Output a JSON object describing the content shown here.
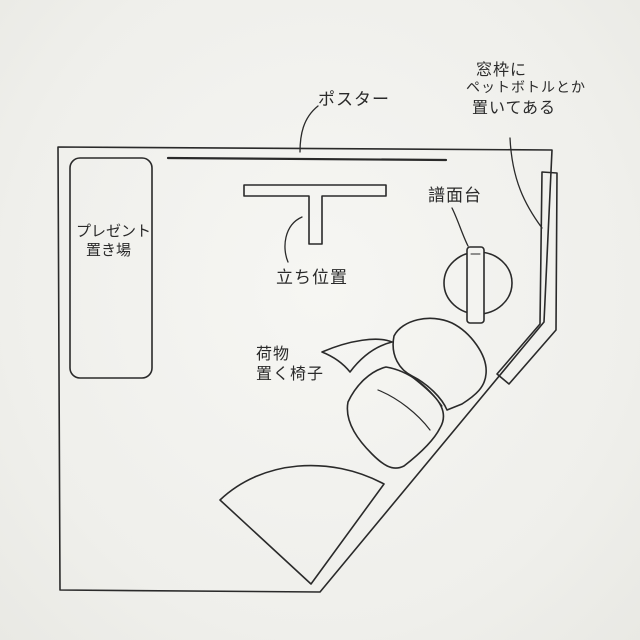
{
  "labels": {
    "poster": "ポスター",
    "window_note_line1": "窓枠に",
    "window_note_line2": "ペットボトルとか",
    "window_note_line3": "置いてある",
    "music_stand": "譜面台",
    "present_line1": "プレゼント",
    "present_line2": "置き場",
    "standing_position": "立ち位置",
    "chair_line1": "荷物",
    "chair_line2": "置く椅子"
  },
  "colors": {
    "paper": "#f1f1ee",
    "ink": "#2a2a2a"
  }
}
